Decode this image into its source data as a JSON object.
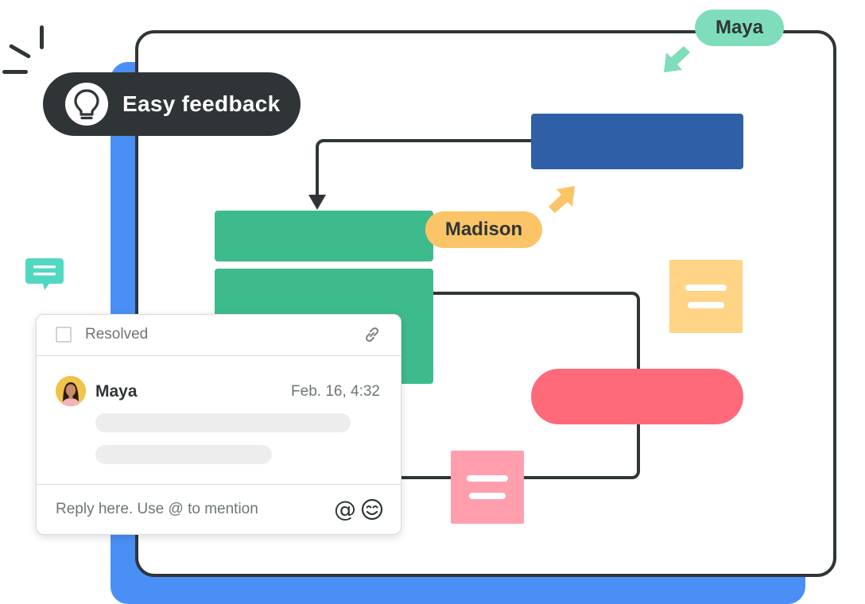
{
  "badge": {
    "label": "Easy feedback",
    "icon": "lightbulb-icon"
  },
  "collaborators": [
    {
      "name": "Maya",
      "color": "#7fddbb",
      "cursor_icon": "cursor-arrow-icon"
    },
    {
      "name": "Madison",
      "color": "#fbc467",
      "cursor_icon": "cursor-arrow-icon"
    }
  ],
  "colors": {
    "frame_blue": "#4a8ff5",
    "shape_blue": "#2f5fa6",
    "shape_green": "#3dbb8d",
    "shape_red": "#ff6a7a",
    "note_yellow": "#ffd486",
    "note_pink": "#ff9fae"
  },
  "comment": {
    "resolved_label": "Resolved",
    "resolved_checked": false,
    "link_icon": "link-icon",
    "author": "Maya",
    "timestamp": "Feb. 16, 4:32",
    "reply_placeholder": "Reply here. Use @ to mention",
    "mention_label": "@",
    "emoji_icon": "smiley-icon"
  },
  "chat_icon": "chat-bubble-icon"
}
